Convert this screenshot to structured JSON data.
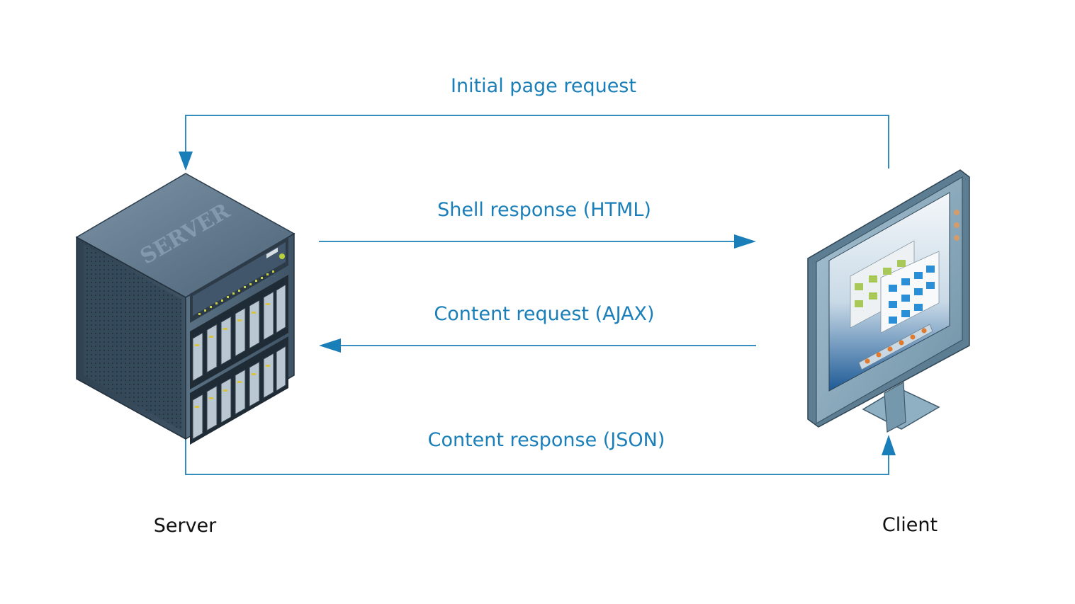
{
  "colors": {
    "arrow": "#1a7fb8",
    "label_text": "#1a7fb8",
    "node_text": "#111111"
  },
  "flows": [
    {
      "id": "initial-page-request",
      "label": "Initial page request",
      "from": "client",
      "to": "server"
    },
    {
      "id": "shell-response",
      "label": "Shell response (HTML)",
      "from": "server",
      "to": "client"
    },
    {
      "id": "content-request",
      "label": "Content request (AJAX)",
      "from": "client",
      "to": "server"
    },
    {
      "id": "content-response",
      "label": "Content response (JSON)",
      "from": "server",
      "to": "client"
    }
  ],
  "nodes": {
    "server": {
      "label": "Server",
      "icon": "server-rack-icon",
      "badge": "SERVER"
    },
    "client": {
      "label": "Client",
      "icon": "desktop-monitor-icon"
    }
  }
}
